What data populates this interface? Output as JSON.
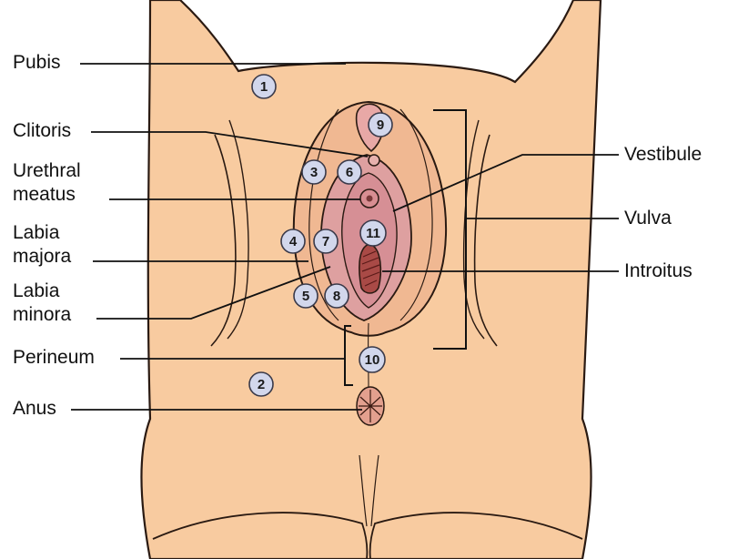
{
  "labels": {
    "pubis": "Pubis",
    "clitoris": "Clitoris",
    "urethral_meatus": [
      "Urethral",
      "meatus"
    ],
    "labia_majora": [
      "Labia",
      "majora"
    ],
    "labia_minora": [
      "Labia",
      "minora"
    ],
    "perineum": "Perineum",
    "anus": "Anus",
    "vestibule": "Vestibule",
    "vulva": "Vulva",
    "introitus": "Introitus"
  },
  "markers": [
    "1",
    "2",
    "3",
    "4",
    "5",
    "6",
    "7",
    "8",
    "9",
    "10",
    "11"
  ],
  "colors": {
    "skin": "#f8cba0",
    "labia_majora": "#f0b892",
    "labia_minora": "#dea0a0",
    "vestibule": "#d68f95",
    "introitus": "#a94a46",
    "outline": "#2a1a12",
    "marker_fill": "#d2d7ec",
    "marker_stroke": "#3a3a4a",
    "leader": "#111111"
  }
}
